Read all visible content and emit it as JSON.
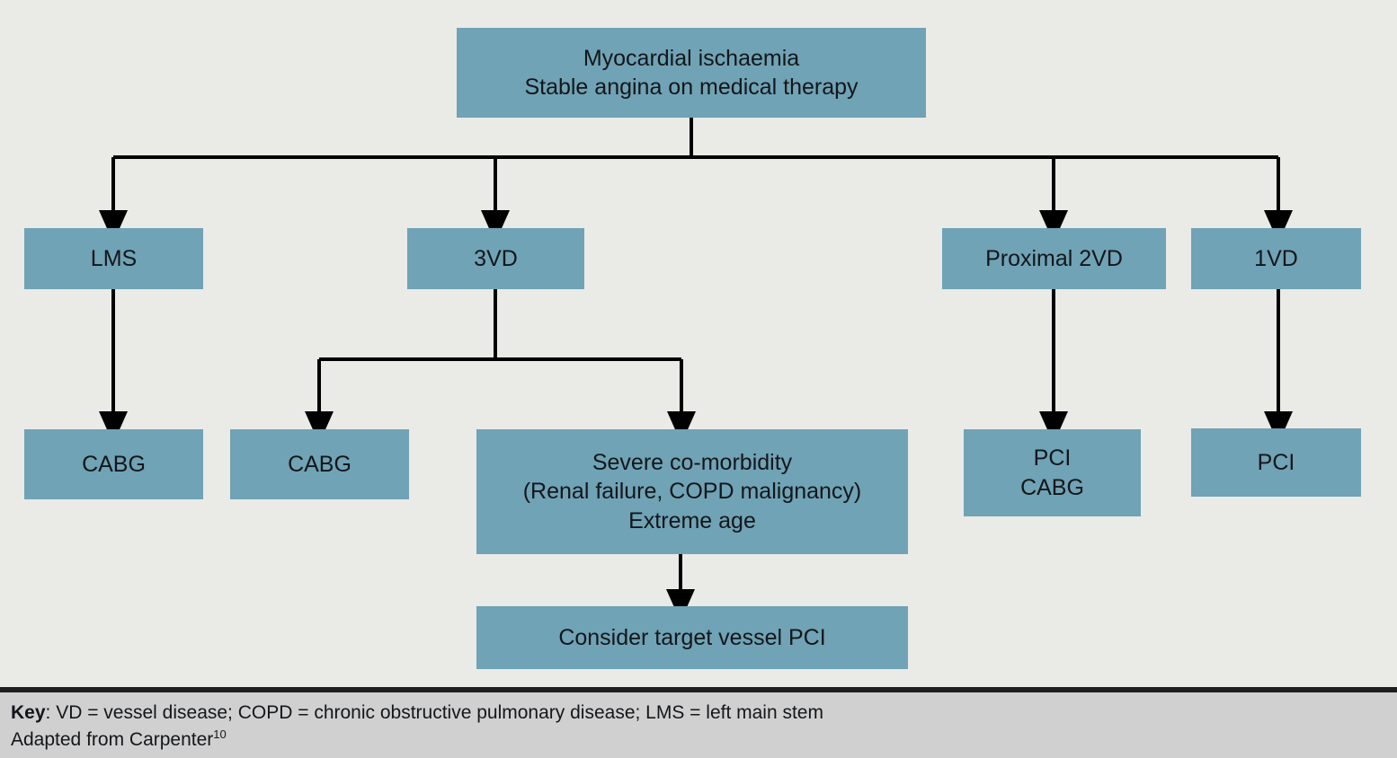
{
  "figure": {
    "background_color": "#eaeae6",
    "node_fill_color": "#6fa3b5",
    "line_color": "#000000",
    "footer_band_color": "#d0d0d0"
  },
  "nodes": {
    "root": "Myocardial ischaemia\nStable angina on medical therapy",
    "lms": "LMS",
    "three_vd": "3VD",
    "proximal_2vd": "Proximal 2VD",
    "one_vd": "1VD",
    "cabg_lms": "CABG",
    "cabg_3vd": "CABG",
    "comorbidity": "Severe co-morbidity\n(Renal failure, COPD malignancy)\nExtreme age",
    "pci_cabg": "PCI\nCABG",
    "pci": "PCI",
    "target_vessel": "Consider target vessel PCI"
  },
  "footer": {
    "key_label": "Key",
    "key_text": ": VD = vessel disease; COPD = chronic obstructive pulmonary disease; LMS = left main stem",
    "source_text": "Adapted from Carpenter",
    "source_ref": "10"
  },
  "chart_data": {
    "type": "diagram",
    "title": "Myocardial ischaemia / stable angina management flowchart",
    "nodes": [
      {
        "id": "root",
        "label": "Myocardial ischaemia / Stable angina on medical therapy",
        "level": 0
      },
      {
        "id": "lms",
        "label": "LMS",
        "level": 1
      },
      {
        "id": "three_vd",
        "label": "3VD",
        "level": 1
      },
      {
        "id": "proximal_2vd",
        "label": "Proximal 2VD",
        "level": 1
      },
      {
        "id": "one_vd",
        "label": "1VD",
        "level": 1
      },
      {
        "id": "cabg_lms",
        "label": "CABG",
        "level": 2
      },
      {
        "id": "cabg_3vd",
        "label": "CABG",
        "level": 2
      },
      {
        "id": "comorbidity",
        "label": "Severe co-morbidity (Renal failure, COPD malignancy) Extreme age",
        "level": 2
      },
      {
        "id": "pci_cabg",
        "label": "PCI CABG",
        "level": 2
      },
      {
        "id": "pci",
        "label": "PCI",
        "level": 2
      },
      {
        "id": "target_vessel",
        "label": "Consider target vessel PCI",
        "level": 3
      }
    ],
    "edges": [
      {
        "from": "root",
        "to": "lms"
      },
      {
        "from": "root",
        "to": "three_vd"
      },
      {
        "from": "root",
        "to": "proximal_2vd"
      },
      {
        "from": "root",
        "to": "one_vd"
      },
      {
        "from": "lms",
        "to": "cabg_lms"
      },
      {
        "from": "three_vd",
        "to": "cabg_3vd"
      },
      {
        "from": "three_vd",
        "to": "comorbidity"
      },
      {
        "from": "proximal_2vd",
        "to": "pci_cabg"
      },
      {
        "from": "one_vd",
        "to": "pci"
      },
      {
        "from": "comorbidity",
        "to": "target_vessel"
      }
    ]
  }
}
